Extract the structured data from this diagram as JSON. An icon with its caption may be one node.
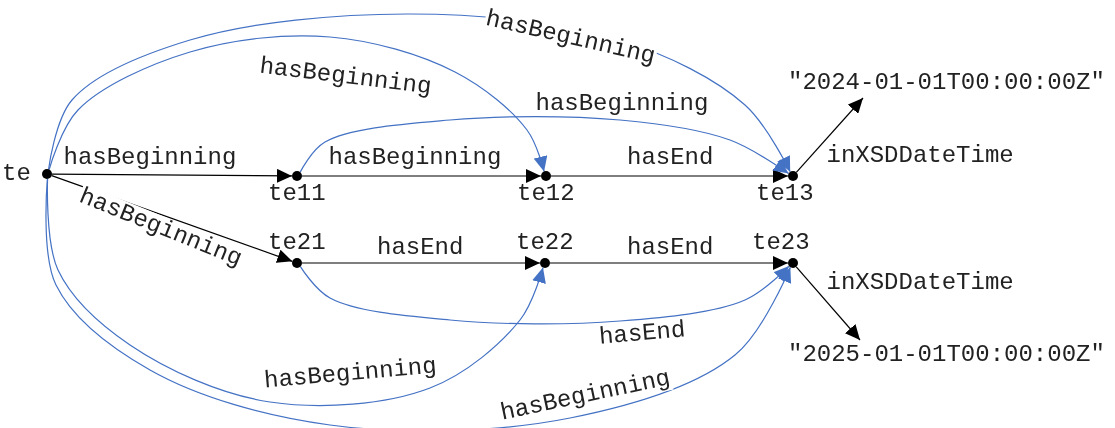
{
  "diagram": {
    "nodes": [
      {
        "text": [],
        "shape": "circle",
        "beside": [
          "te"
        ]
      },
      {
        "text": [],
        "shape": "circle",
        "beside": [
          "te11"
        ]
      },
      {
        "text": [],
        "shape": "circle",
        "beside": [
          "te12"
        ]
      },
      {
        "text": [],
        "shape": "circle",
        "beside": [
          "te13"
        ]
      },
      {
        "text": [],
        "shape": "circle",
        "beside": [
          "te21"
        ]
      },
      {
        "text": [],
        "shape": "circle",
        "beside": [
          "te22"
        ]
      },
      {
        "text": [],
        "shape": "circle",
        "beside": [
          "te23"
        ]
      },
      {
        "text": [
          "\"2024-01-01T00:00:00Z\""
        ]
      },
      {
        "text": [
          "\"2025-01-01T00:00:00Z\""
        ]
      }
    ],
    "edges": [
      {
        "from": 0,
        "to": 1,
        "arrow": "to",
        "label": "hasBeginning"
      },
      {
        "from": 1,
        "to": 2,
        "arrow": "to",
        "label": "hasBeginning"
      },
      {
        "from": 2,
        "to": 3,
        "arrow": "to",
        "label": "hasEnd"
      },
      {
        "from": 0,
        "to": 4,
        "arrow": "to",
        "label": "hasBeginning"
      },
      {
        "from": 4,
        "to": 5,
        "arrow": "to",
        "label": "hasEnd"
      },
      {
        "from": 5,
        "to": 6,
        "arrow": "to",
        "label": "hasEnd"
      },
      {
        "from": 3,
        "to": 7,
        "arrow": "to",
        "label": "inXSDDateTime"
      },
      {
        "from": 6,
        "to": 8,
        "arrow": "to",
        "label": "inXSDDateTime"
      },
      {
        "from": 0,
        "to": 3,
        "arrow": "to",
        "label": "hasBeginning",
        "color": "#4472c4"
      },
      {
        "from": 0,
        "to": 2,
        "arrow": "to",
        "label": "hasBeginning",
        "color": "#4472c4"
      },
      {
        "from": 1,
        "to": 3,
        "arrow": "to",
        "label": "hasBeginning",
        "color": "#4472c4"
      },
      {
        "from": 4,
        "to": 6,
        "arrow": "to",
        "label": "hasEnd",
        "color": "#4472c4"
      },
      {
        "from": 0,
        "to": 5,
        "arrow": "to",
        "label": "hasBeginning",
        "color": "#4472c4"
      },
      {
        "from": 0,
        "to": 6,
        "arrow": "to",
        "label": "hasBeginning",
        "color": "#4472c4"
      }
    ]
  }
}
